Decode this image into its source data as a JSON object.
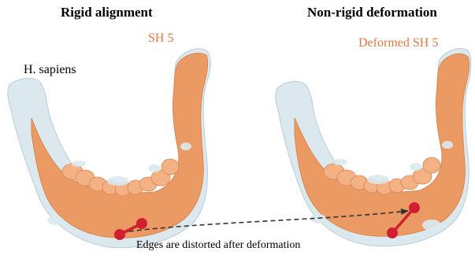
{
  "panels": {
    "left_title": "Rigid alignment",
    "right_title": "Non-rigid deformation"
  },
  "labels": {
    "sh5": "SH 5",
    "deformed_sh5": "Deformed SH 5",
    "h_sapiens": "H. sapiens"
  },
  "caption": "Edges are distorted after deformation",
  "colors": {
    "bone_orange": "#ec9a63",
    "bone_light": "#dbe9ef",
    "label_orange": "#e07845",
    "edge_red": "#d0202f",
    "arrow": "#333333"
  }
}
